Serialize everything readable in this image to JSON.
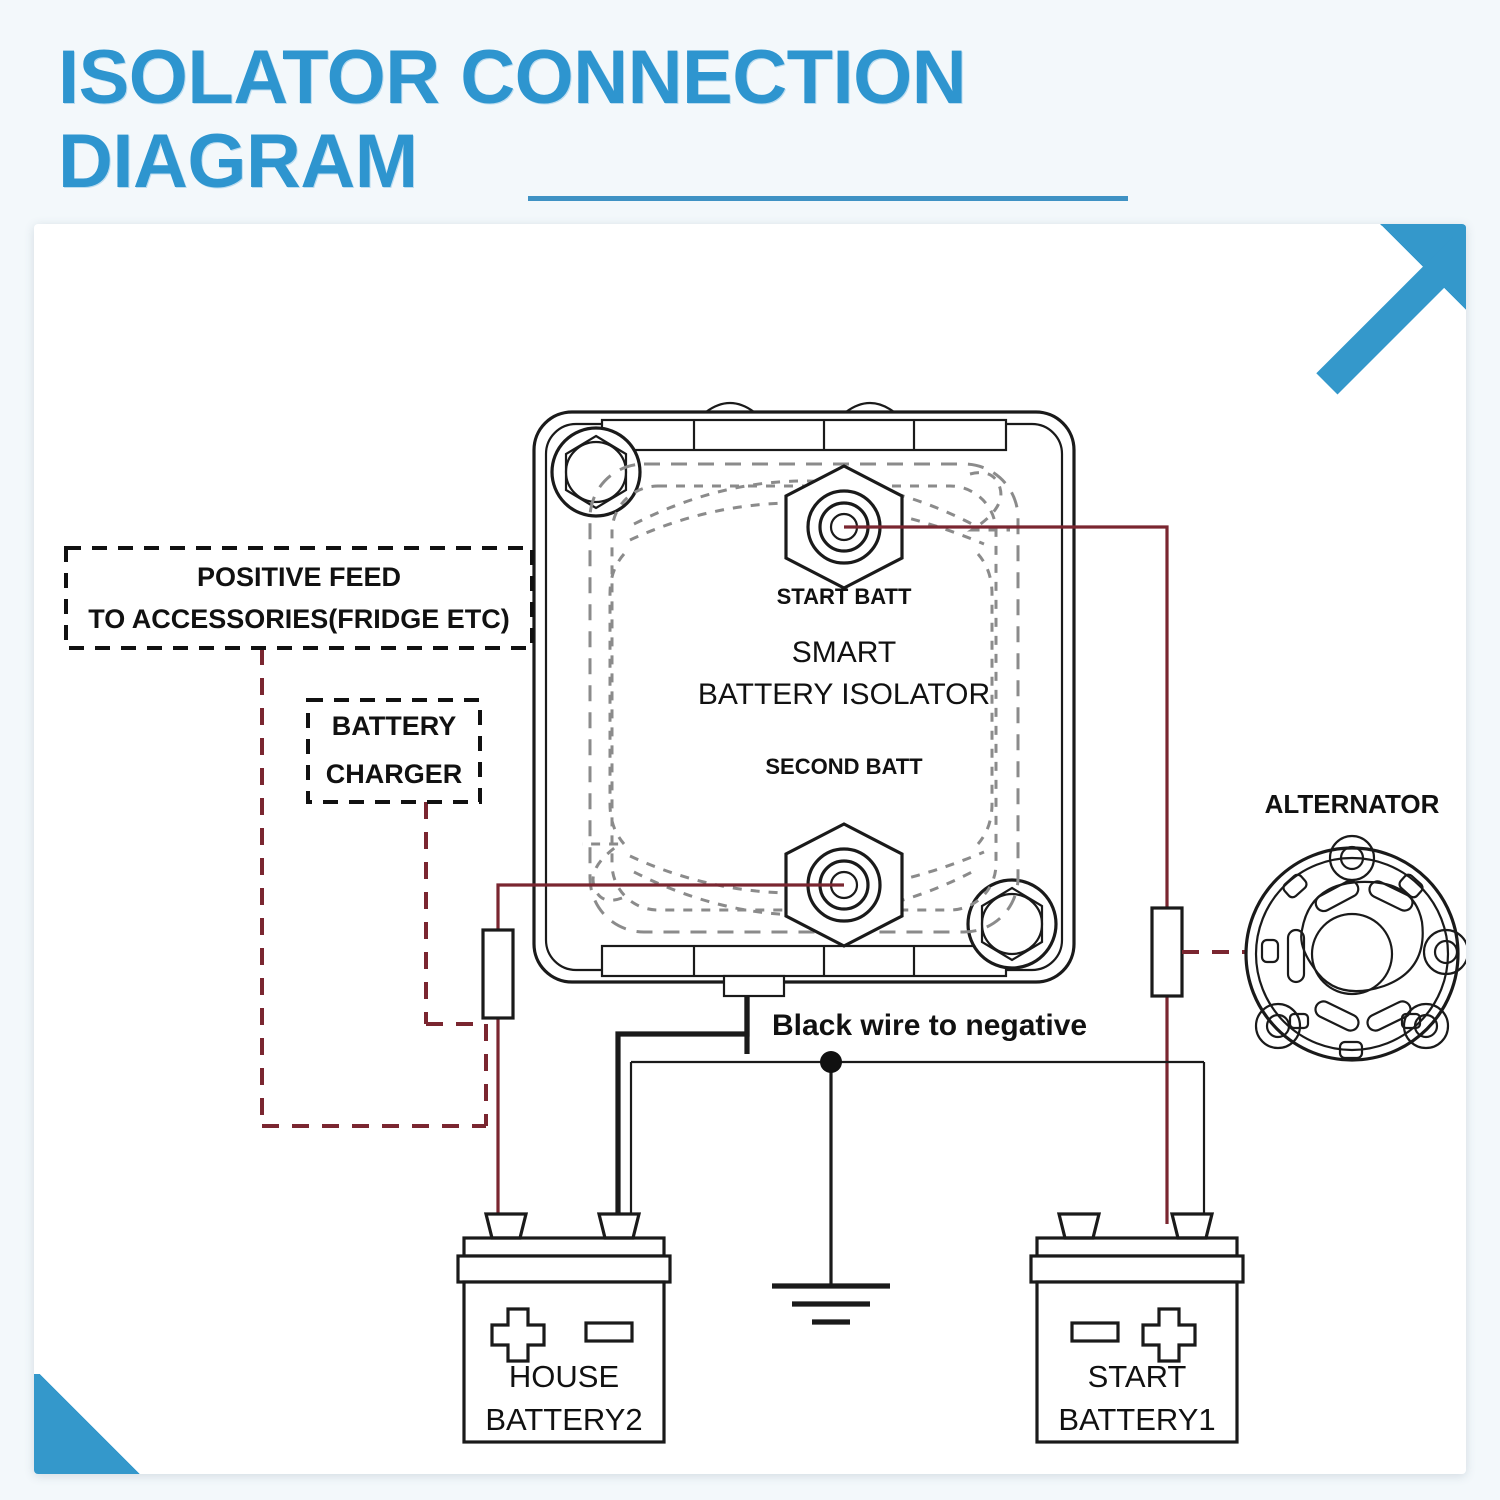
{
  "title": {
    "line1": "ISOLATOR CONNECTION",
    "line2": "DIAGRAM"
  },
  "colors": {
    "brand_blue": "#3498cb",
    "title_blue": "#2e95cf",
    "wire_red": "#7a2630",
    "wire_black": "#111111",
    "page_background": "#f3f8fb",
    "card_background": "#ffffff"
  },
  "device": {
    "name": "SMART BATTERY ISOLATOR",
    "name_line1": "SMART",
    "name_line2": "BATTERY ISOLATOR",
    "terminal_top_label": "START BATT",
    "terminal_bottom_label": "SECOND BATT"
  },
  "callouts": {
    "positive_feed": {
      "line1": "POSITIVE FEED",
      "line2": "TO ACCESSORIES(FRIDGE ETC)"
    },
    "battery_charger": {
      "line1": "BATTERY",
      "line2": "CHARGER"
    }
  },
  "notes": {
    "black_wire": "Black wire to negative"
  },
  "alternator": {
    "label": "ALTERNATOR"
  },
  "batteries": [
    {
      "id": "house",
      "name_line1": "HOUSE",
      "name_line2": "BATTERY2",
      "left_terminal": "+",
      "right_terminal": "-"
    },
    {
      "id": "start",
      "name_line1": "START",
      "name_line2": "BATTERY1",
      "left_terminal": "-",
      "right_terminal": "+"
    }
  ],
  "components": {
    "fuse_left": "fuse",
    "fuse_right": "fuse",
    "ground": "chassis-ground",
    "junction": "wire-junction-dot"
  }
}
